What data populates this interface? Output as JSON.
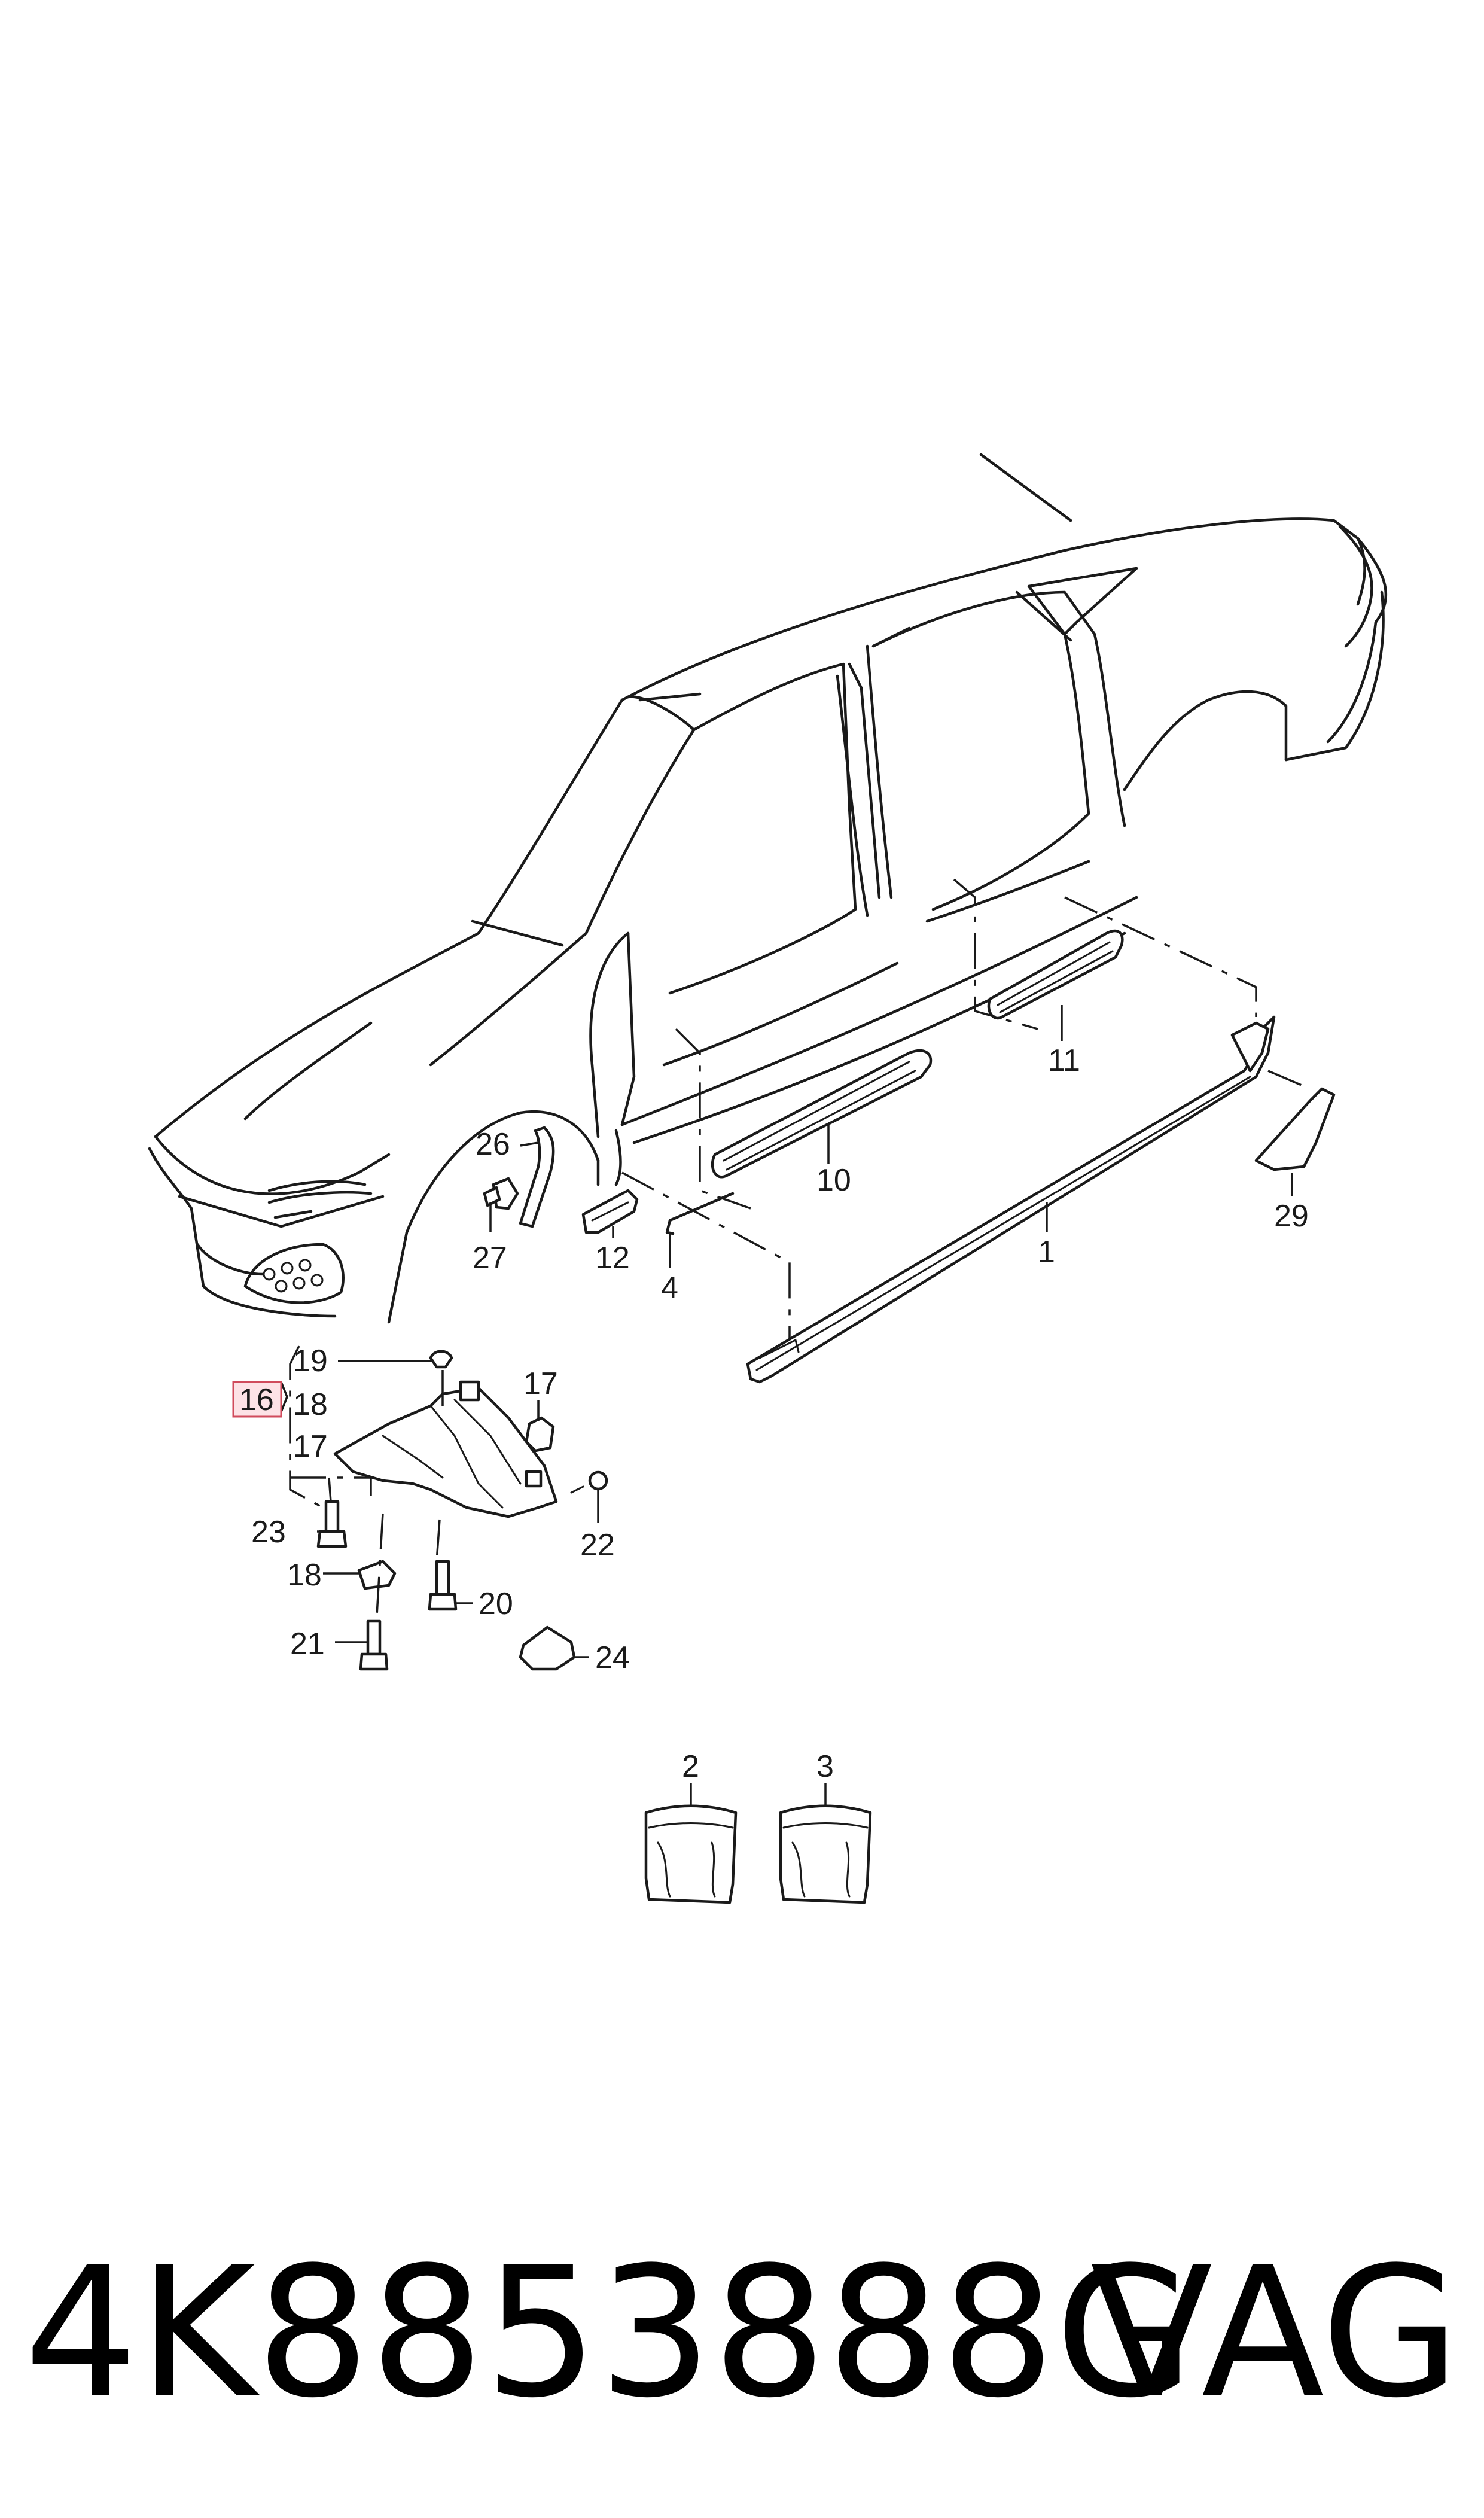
{
  "callouts": {
    "c1": "1",
    "c2": "2",
    "c3": "3",
    "c4": "4",
    "c10": "10",
    "c11": "11",
    "c12": "12",
    "c16": "16",
    "c17a": "17",
    "c17b": "17",
    "c18a": "18",
    "c18b": "18",
    "c19": "19",
    "c20": "20",
    "c21": "21",
    "c22": "22",
    "c23": "23",
    "c24": "24",
    "c26": "26",
    "c27": "27",
    "c29": "29"
  },
  "highlight_color": "#d04b5c",
  "footer": {
    "part_number": "4K8853888G",
    "brand": "VAG"
  }
}
